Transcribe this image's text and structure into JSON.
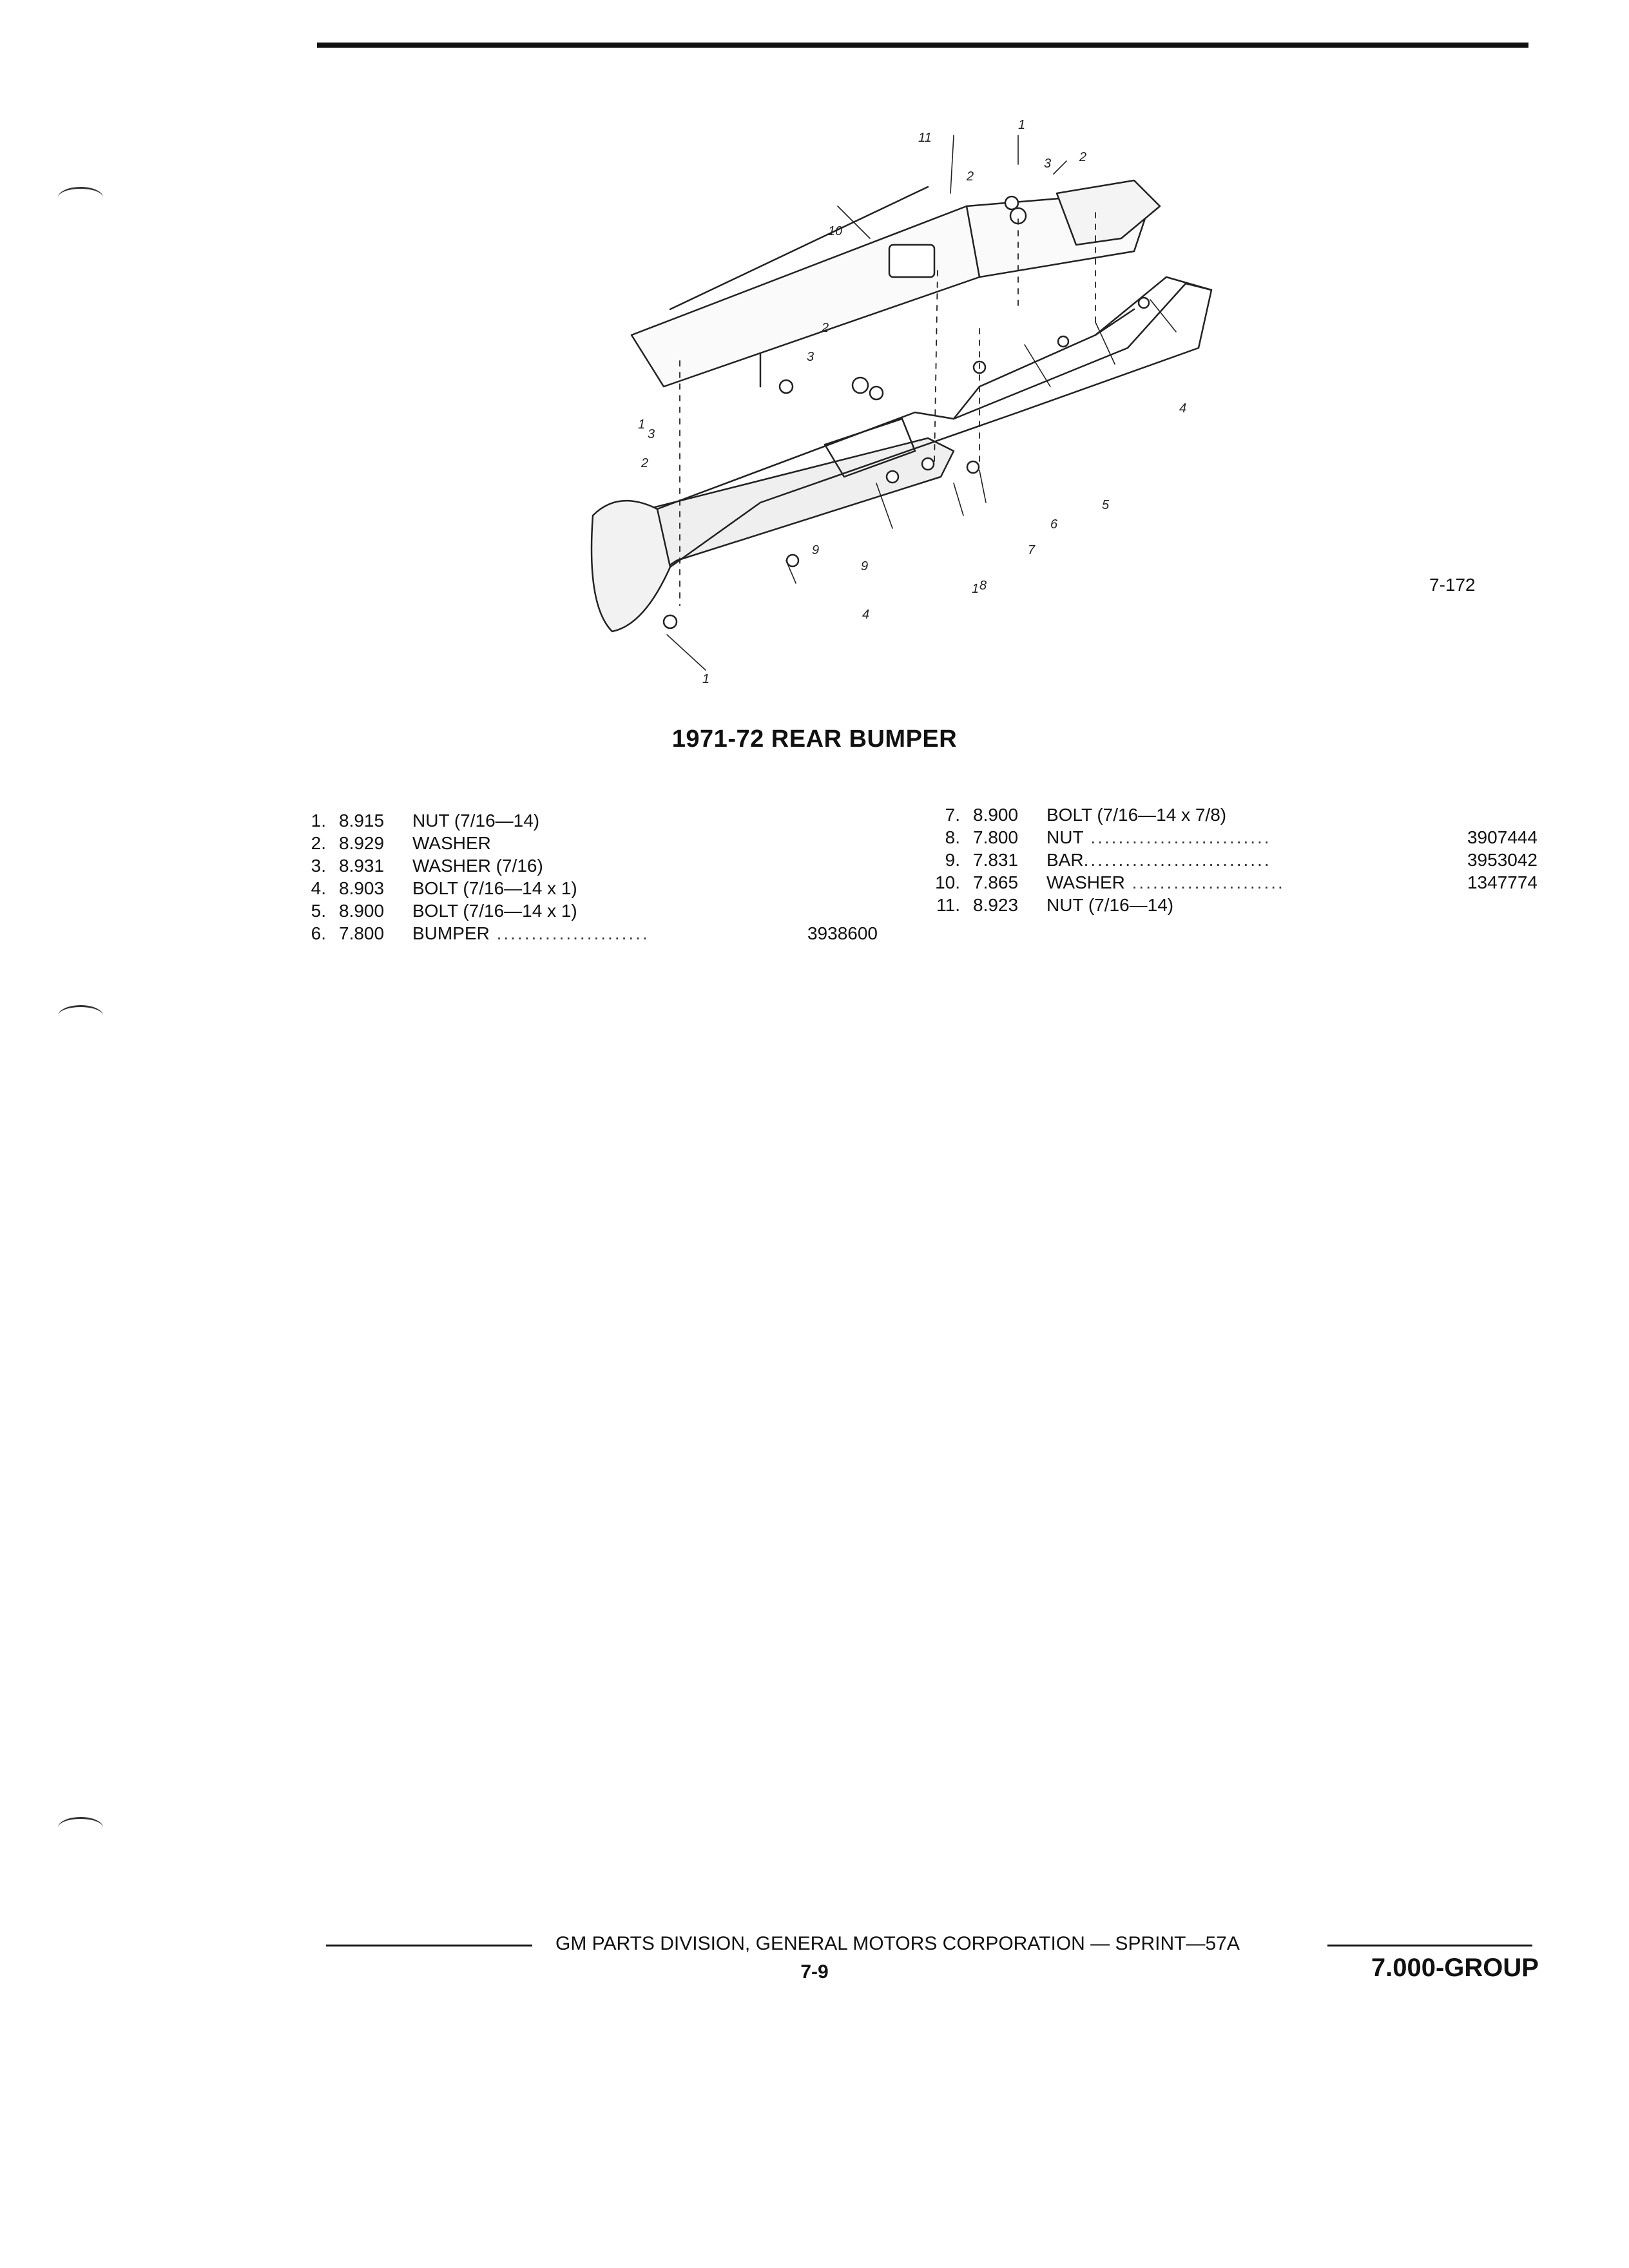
{
  "figure": {
    "number": "7-172"
  },
  "callouts": [
    "1",
    "2",
    "3",
    "4",
    "5",
    "6",
    "7",
    "8",
    "9",
    "10",
    "11"
  ],
  "title": "1971-72 REAR BUMPER",
  "parts_left": [
    {
      "num": "1.",
      "group": "8.915",
      "desc": "NUT (7/16—14)",
      "leader": "",
      "pn": ""
    },
    {
      "num": "2.",
      "group": "8.929",
      "desc": "WASHER",
      "leader": "",
      "pn": ""
    },
    {
      "num": "3.",
      "group": "8.931",
      "desc": "WASHER (7/16)",
      "leader": "",
      "pn": ""
    },
    {
      "num": "4.",
      "group": "8.903",
      "desc": "BOLT (7/16—14 x 1)",
      "leader": "",
      "pn": ""
    },
    {
      "num": "5.",
      "group": "8.900",
      "desc": "BOLT (7/16—14 x 1)",
      "leader": "",
      "pn": ""
    },
    {
      "num": "6.",
      "group": "7.800",
      "desc": "BUMPER",
      "leader": " ......................",
      "pn": "3938600"
    }
  ],
  "parts_right": [
    {
      "num": "7.",
      "group": "8.900",
      "desc": "BOLT (7/16—14 x 7/8)",
      "leader": "",
      "pn": ""
    },
    {
      "num": "8.",
      "group": "7.800",
      "desc": "NUT",
      "leader": " ..........................",
      "pn": "3907444"
    },
    {
      "num": "9.",
      "group": "7.831",
      "desc": "BAR",
      "leader": "...........................",
      "pn": "3953042"
    },
    {
      "num": "10.",
      "group": "7.865",
      "desc": "WASHER",
      "leader": " ......................",
      "pn": "1347774"
    },
    {
      "num": "11.",
      "group": "8.923",
      "desc": "NUT (7/16—14)",
      "leader": "",
      "pn": ""
    }
  ],
  "footer": {
    "publisher": "GM PARTS DIVISION, GENERAL MOTORS CORPORATION — SPRINT—57A",
    "page": "7-9",
    "group": "7.000-GROUP"
  }
}
